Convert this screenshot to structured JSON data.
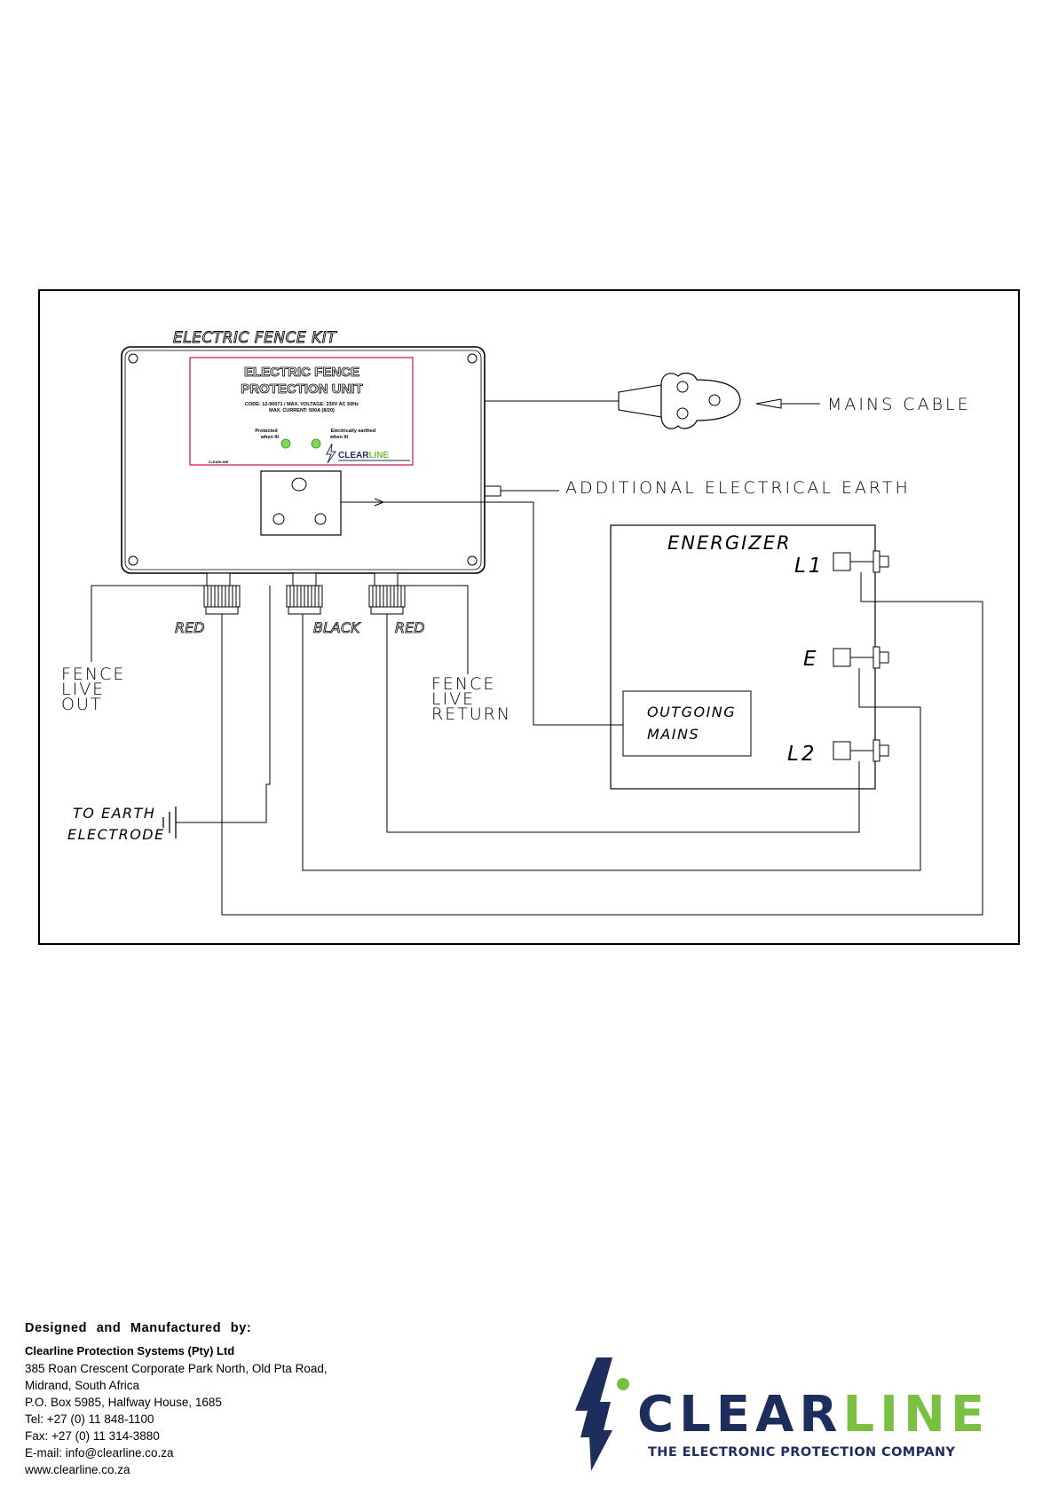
{
  "diagram": {
    "kit_title": "ELECTRIC FENCE KIT",
    "unit_label": {
      "title_line1": "ELECTRIC FENCE",
      "title_line2": "PROTECTION UNIT",
      "spec_line1": "CODE: 12-00071 / MAX. VOLTAGE: 230V AC 50Hz",
      "spec_line2": "MAX. CURRENT: 500A (8/20)",
      "indicator1": [
        "Protected",
        "when lit"
      ],
      "indicator2": [
        "Electrically earthed",
        "when lit"
      ],
      "serial": "CLEARLINE",
      "mini_logo_a": "CLEAR",
      "mini_logo_b": "LINE"
    },
    "mains_cable": "MAINS CABLE",
    "additional_earth": "ADDITIONAL ELECTRICAL EARTH",
    "energizer": "ENERGIZER",
    "terminal_l1": "L1",
    "terminal_e": "E",
    "terminal_l2": "L2",
    "outgoing_mains": [
      "OUTGOING",
      "MAINS"
    ],
    "gland_red_left": "RED",
    "gland_black": "BLACK",
    "gland_red_right": "RED",
    "fence_live_out": [
      "FENCE",
      "LIVE",
      "OUT"
    ],
    "fence_live_return": [
      "FENCE",
      "LIVE",
      "RETURN"
    ],
    "to_earth": [
      "TO EARTH",
      "ELECTRODE"
    ]
  },
  "colors": {
    "label_border": "#d81b60",
    "led_green": "#7ed957",
    "logo_navy": "#1d2d5c",
    "logo_green": "#7ac143"
  },
  "footer": {
    "heading": "Designed and Manufactured by:",
    "company": "Clearline Protection Systems (Pty) Ltd",
    "address1": "385 Roan Crescent Corporate Park North, Old Pta Road,",
    "address2": "Midrand, South Africa",
    "po_box": "P.O. Box 5985, Halfway House, 1685",
    "tel": "Tel: +27 (0) 11 848-1100",
    "fax": "Fax: +27 (0) 11 314-3880",
    "email": "E-mail: info@clearline.co.za",
    "web": "www.clearline.co.za"
  },
  "logo": {
    "word_a": "CLEAR",
    "word_b": "LINE",
    "tagline": "THE ELECTRONIC PROTECTION COMPANY"
  }
}
